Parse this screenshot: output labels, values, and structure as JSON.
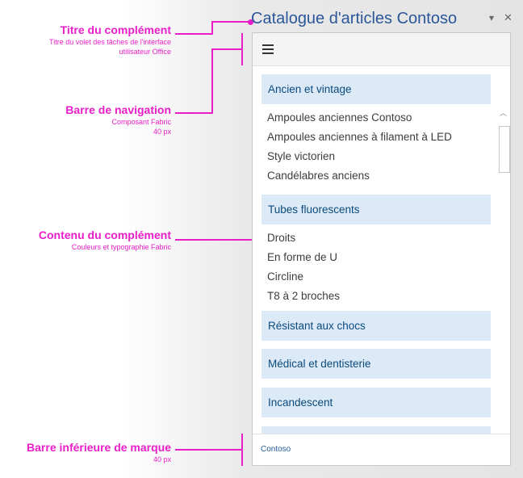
{
  "annotations": {
    "title": {
      "heading": "Titre du complément",
      "line1": "Titre du volet des tâches de l'interface",
      "line2": "utilisateur Office"
    },
    "navbar": {
      "heading": "Barre de navigation",
      "line1": "Composant Fabric",
      "line2": "40 px"
    },
    "content": {
      "heading": "Contenu du complément",
      "line1": "Couleurs et typographie Fabric"
    },
    "footer": {
      "heading": "Barre inférieure de marque",
      "line1": "40 px"
    }
  },
  "taskpane": {
    "title": "Catalogue d'articles Contoso",
    "dropdown_glyph": "▾",
    "close_glyph": "✕"
  },
  "navbar": {
    "icon": "hamburger-icon"
  },
  "catalog": {
    "categories": [
      {
        "label": "Ancien et vintage",
        "items": [
          "Ampoules anciennes Contoso",
          "Ampoules anciennes à filament à LED",
          "Style victorien",
          "Candélabres anciens"
        ]
      },
      {
        "label": "Tubes fluorescents",
        "items": [
          "Droits",
          "En forme de U",
          "Circline",
          "T8 à 2 broches"
        ]
      },
      {
        "label": "Résistant aux chocs",
        "items": []
      },
      {
        "label": "Médical et dentisterie",
        "items": []
      },
      {
        "label": "Incandescent",
        "items": []
      }
    ]
  },
  "footer": {
    "brand": "Contoso"
  },
  "colors": {
    "accent": "#e91ec9",
    "title": "#2b579a",
    "category_bg": "#dceaf7"
  }
}
